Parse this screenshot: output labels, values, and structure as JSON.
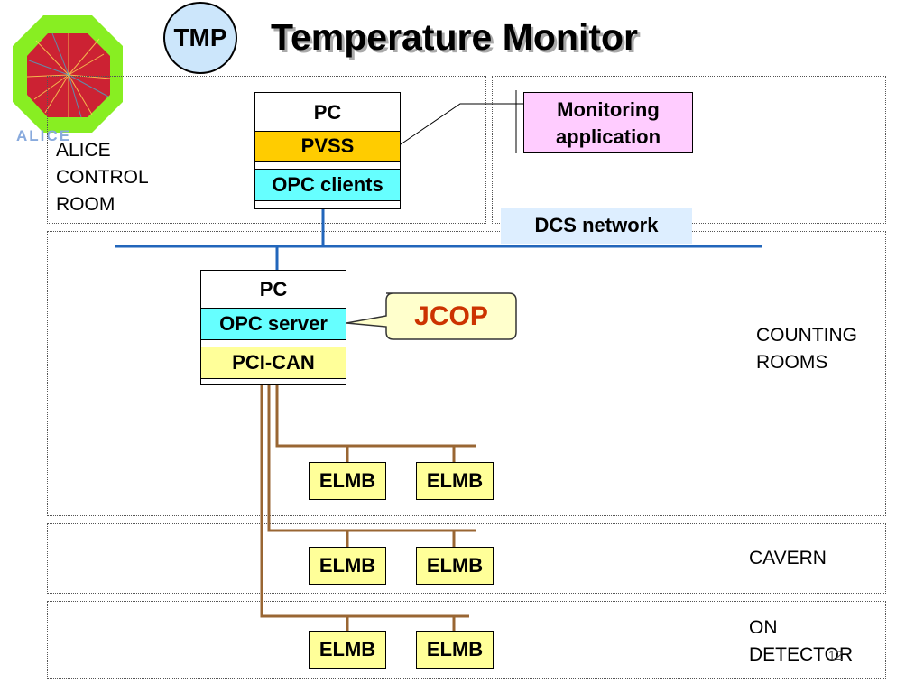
{
  "slide": {
    "title": "Temperature Monitor",
    "badge": "TMP",
    "logo_text": "ALICE",
    "page_number": "12"
  },
  "zones": {
    "control_room": "ALICE\nCONTROL\nROOM",
    "counting_rooms": "COUNTING\nROOMS",
    "cavern": "CAVERN",
    "on_detector": "ON\nDETECTOR"
  },
  "top_pc": {
    "header": "PC",
    "pvss": "PVSS",
    "opc_clients": "OPC clients"
  },
  "monitoring_app": "Monitoring\napplication",
  "network_label": "DCS network",
  "server_pc": {
    "header": "PC",
    "opc_server": "OPC server",
    "pci_can": "PCI-CAN"
  },
  "jcop_label": "JCOP",
  "elmb": {
    "counting_1": "ELMB",
    "counting_2": "ELMB",
    "cavern_1": "ELMB",
    "cavern_2": "ELMB",
    "detector_1": "ELMB",
    "detector_2": "ELMB"
  },
  "colors": {
    "pvss": "#ffcc00",
    "opc": "#66ffff",
    "pci_can": "#ffff99",
    "elmb": "#ffff99",
    "monitoring_app": "#ffccff",
    "network_label_bg": "#ddeeff",
    "network_line": "#2266bb",
    "bus_line": "#996633",
    "jcop_text": "#cc3300",
    "tmp_badge": "#cce6fb"
  }
}
